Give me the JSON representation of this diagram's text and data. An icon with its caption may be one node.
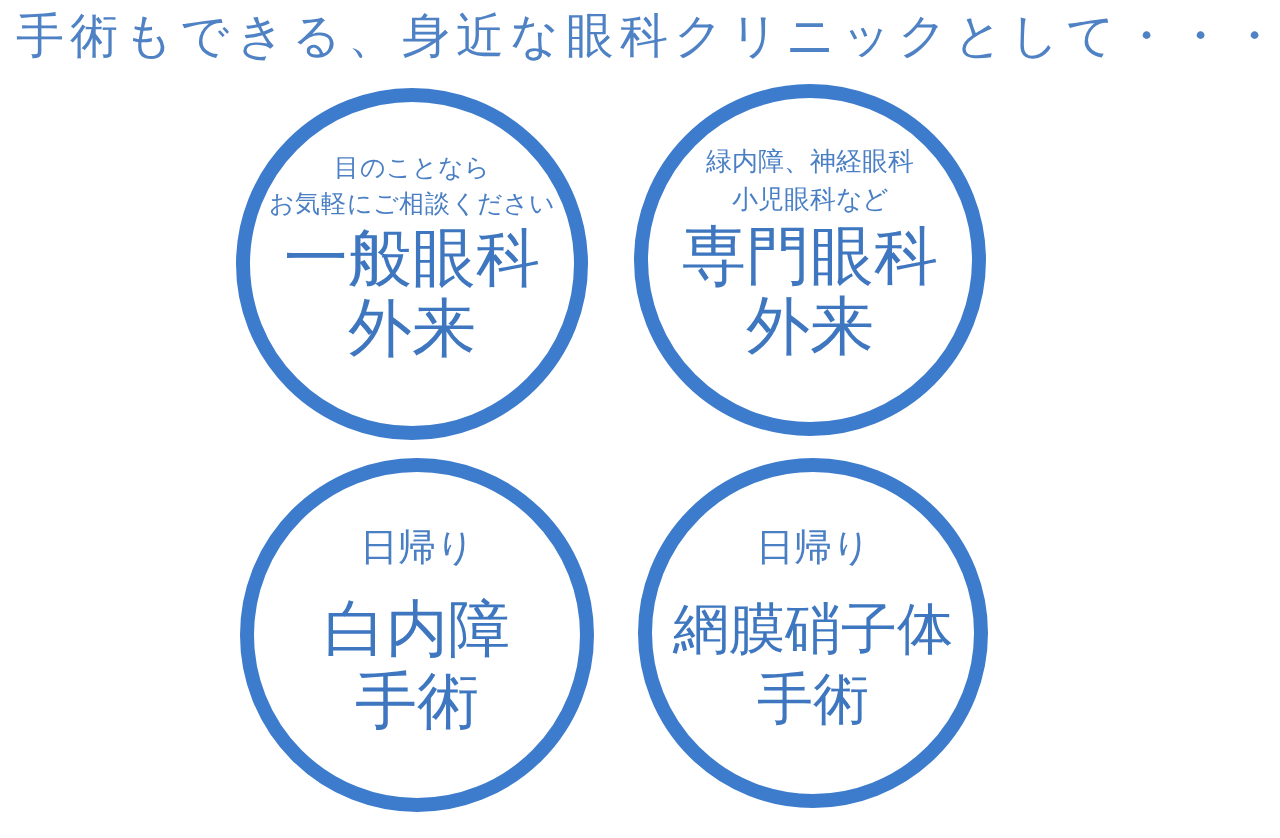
{
  "diagram": {
    "title": "手術もできる、身近な眼科クリニックとして・・・",
    "nodes": [
      {
        "text": [
          "目のことならお気軽にご相談ください",
          "一般眼科外来"
        ]
      },
      {
        "text": [
          "緑内障、神経眼科小児眼科など",
          "専門眼科外来"
        ]
      },
      {
        "text": [
          "日帰り",
          "白内障手術"
        ]
      },
      {
        "text": [
          "日帰り",
          "網膜硝子体手術"
        ]
      }
    ]
  }
}
